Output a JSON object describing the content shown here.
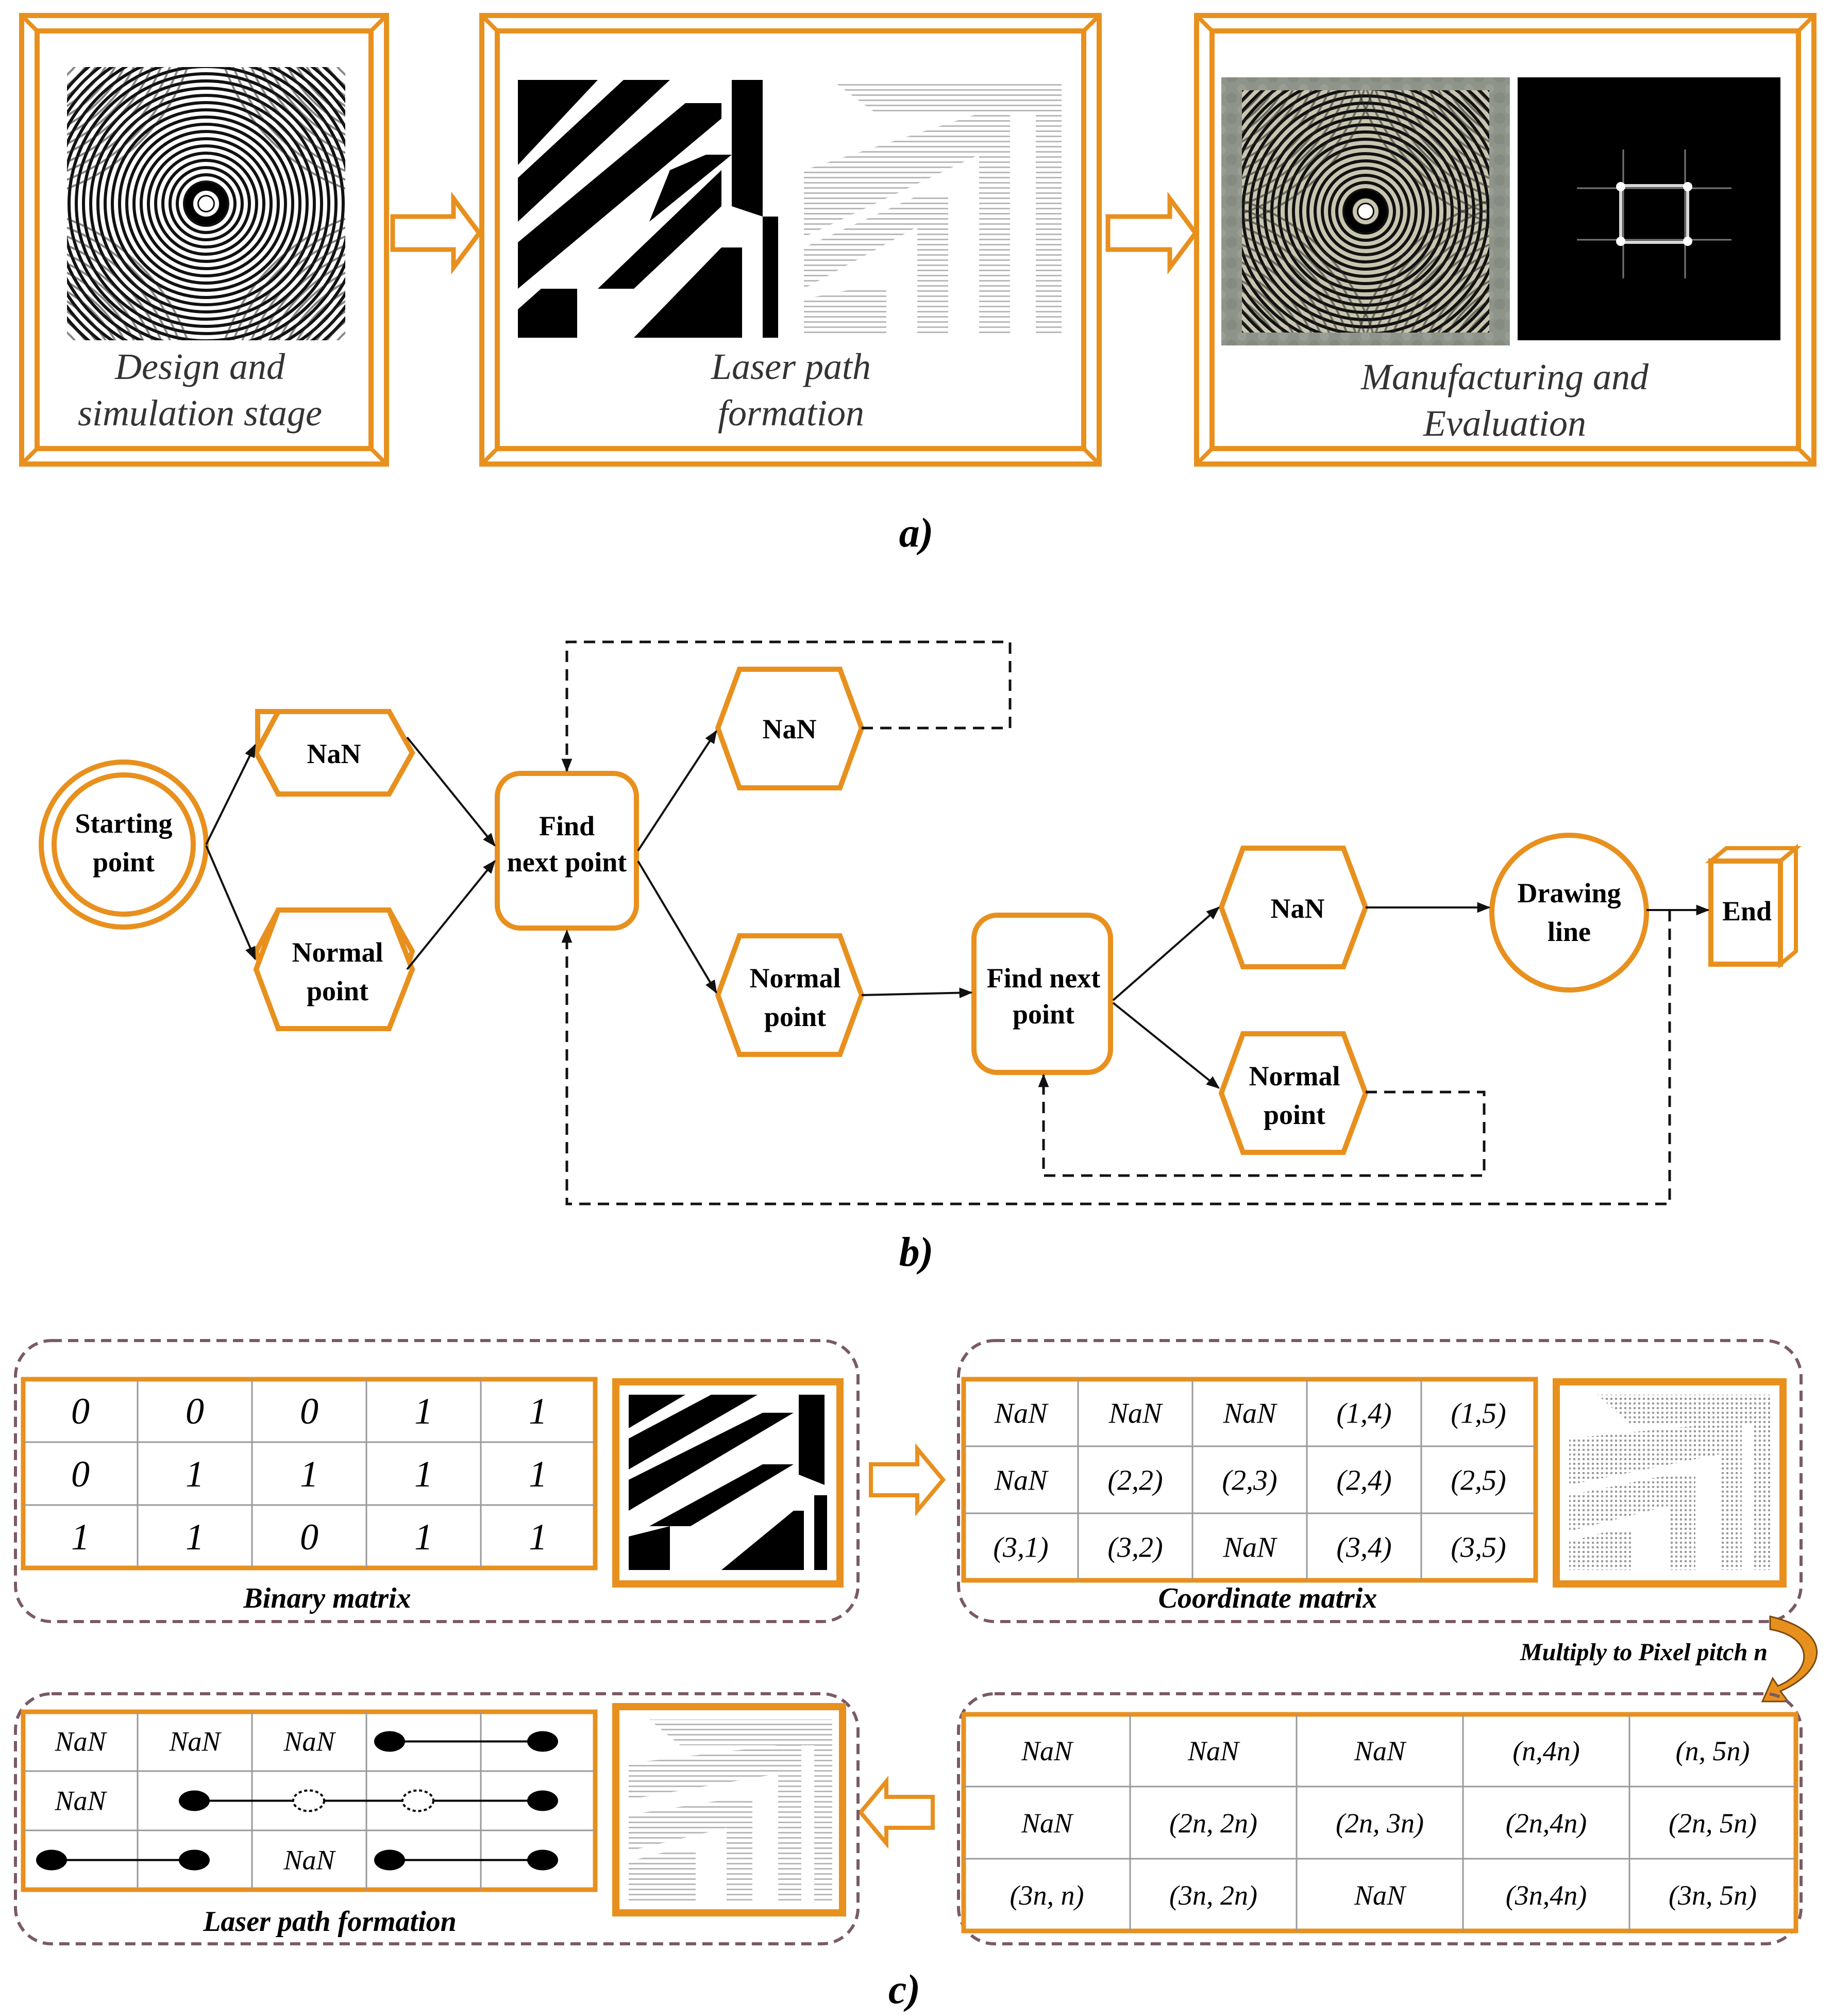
{
  "panel_a": {
    "label": "a)",
    "stages": [
      {
        "line1": "Design and",
        "line2": "simulation stage"
      },
      {
        "line1": "Laser path",
        "line2": "formation"
      },
      {
        "line1": "Manufacturing and",
        "line2": "Evaluation"
      }
    ]
  },
  "panel_b": {
    "label": "b)",
    "start": {
      "line1": "Starting",
      "line2": "point"
    },
    "nan": "NaN",
    "normal": {
      "line1": "Normal",
      "line2": "point"
    },
    "find1": {
      "line1": "Find",
      "line2": "next point"
    },
    "find2": {
      "line1": "Find next",
      "line2": "point"
    },
    "drawing": {
      "line1": "Drawing",
      "line2": "line"
    },
    "end": "End"
  },
  "panel_c": {
    "label": "c)",
    "binary_matrix": {
      "caption": "Binary matrix",
      "rows": [
        [
          "0",
          "0",
          "0",
          "1",
          "1"
        ],
        [
          "0",
          "1",
          "1",
          "1",
          "1"
        ],
        [
          "1",
          "1",
          "0",
          "1",
          "1"
        ]
      ]
    },
    "coordinate_matrix": {
      "caption": "Coordinate matrix",
      "rows": [
        [
          "NaN",
          "NaN",
          "NaN",
          "(1,4)",
          "(1,5)"
        ],
        [
          "NaN",
          "(2,2)",
          "(2,3)",
          "(2,4)",
          "(2,5)"
        ],
        [
          "(3,1)",
          "(3,2)",
          "NaN",
          "(3,4)",
          "(3,5)"
        ]
      ]
    },
    "multiply_note": "Multiply to Pixel pitch n",
    "pitch_matrix": {
      "rows": [
        [
          "NaN",
          "NaN",
          "NaN",
          "(n,4n)",
          "(n, 5n)"
        ],
        [
          "NaN",
          "(2n, 2n)",
          "(2n, 3n)",
          "(2n,4n)",
          "(2n, 5n)"
        ],
        [
          "(3n, n)",
          "(3n, 2n)",
          "NaN",
          "(3n,4n)",
          "(3n, 5n)"
        ]
      ]
    },
    "laser_path": {
      "caption": "Laser path formation",
      "nan": "NaN"
    }
  },
  "colors": {
    "accent": "#E8901E",
    "dashed_box": "#7A5A66",
    "arrow": "#111111",
    "grid": "#999999"
  }
}
